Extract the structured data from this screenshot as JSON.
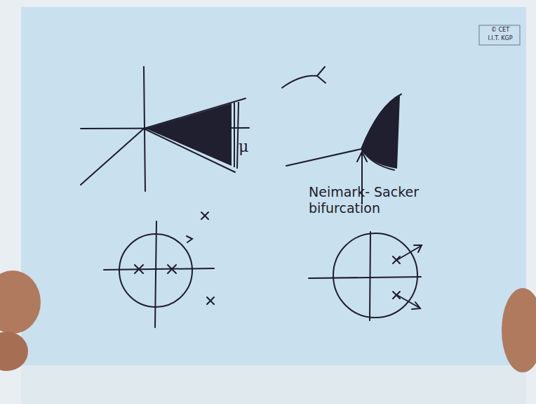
{
  "diagram": {
    "labels": [
      "© CET",
      "I.I.T. KGP",
      "μ",
      "Neimark- Sacker bifurcation"
    ]
  }
}
